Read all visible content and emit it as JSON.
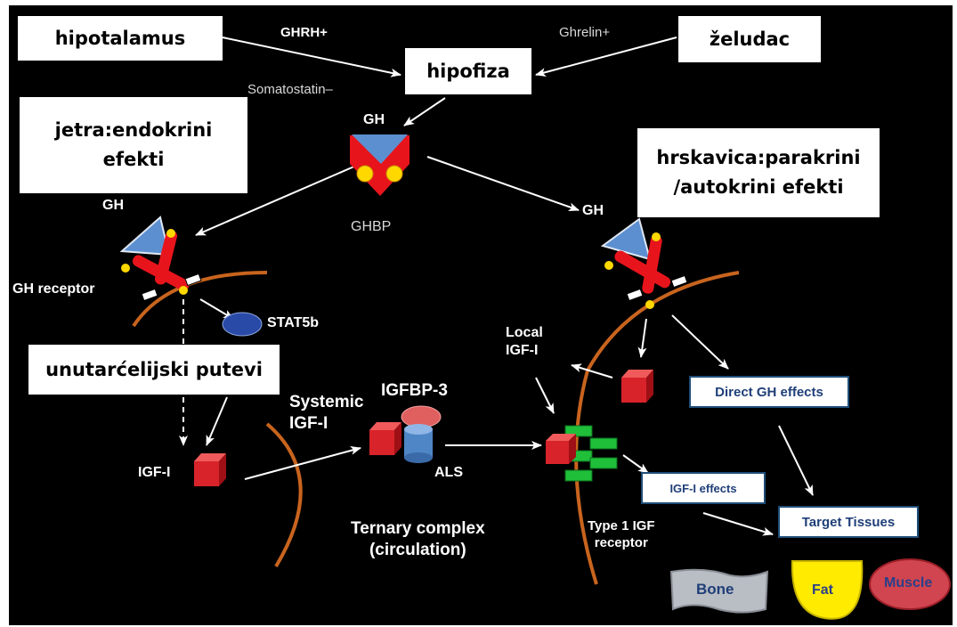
{
  "boxes": {
    "hipotalamus": "hipotalamus",
    "zeludac": "želudac",
    "hipofiza": "hipofiza",
    "jetra": "jetra:endokrini\nefekti",
    "hrskavica": "hrskavica:parakrini\n/autokrini efekti",
    "unutarcelijski": "unutarćelijski putevi"
  },
  "labels": {
    "ghrh": "GHRH+",
    "ghrelin": "Ghrelin+",
    "somatostatin": "Somatostatin–",
    "gh_pituitary": "GH",
    "ghbp": "GHBP",
    "gh_left": "GH",
    "gh_right": "GH",
    "gh_receptor": "GH receptor",
    "stat5b": "STAT5b",
    "igfbp3": "IGFBP-3",
    "systemic_igf": "Systemic\nIGF-I",
    "igf_left": "IGF-I",
    "als": "ALS",
    "local_igf": "Local\nIGF-I",
    "ternary": "Ternary complex\n(circulation)",
    "type1_receptor": "Type 1 IGF\nreceptor"
  },
  "effects": {
    "direct_gh": "Direct GH effects",
    "igf_effects": "IGF-I effects",
    "target_tissues": "Target Tissues"
  },
  "tissues": {
    "bone": "Bone",
    "fat": "Fat",
    "muscle": "Muscle"
  },
  "colors": {
    "background": "#000000",
    "receptor_red": "#e8141c",
    "gh_blue": "#5b8fd0",
    "igf_cube_red": "#d8232a",
    "membrane_orange": "#c8641e",
    "receptor_green": "#1fbf3a",
    "stat5b_blue": "#2a4aa8",
    "label_blue": "#1f3f78"
  }
}
